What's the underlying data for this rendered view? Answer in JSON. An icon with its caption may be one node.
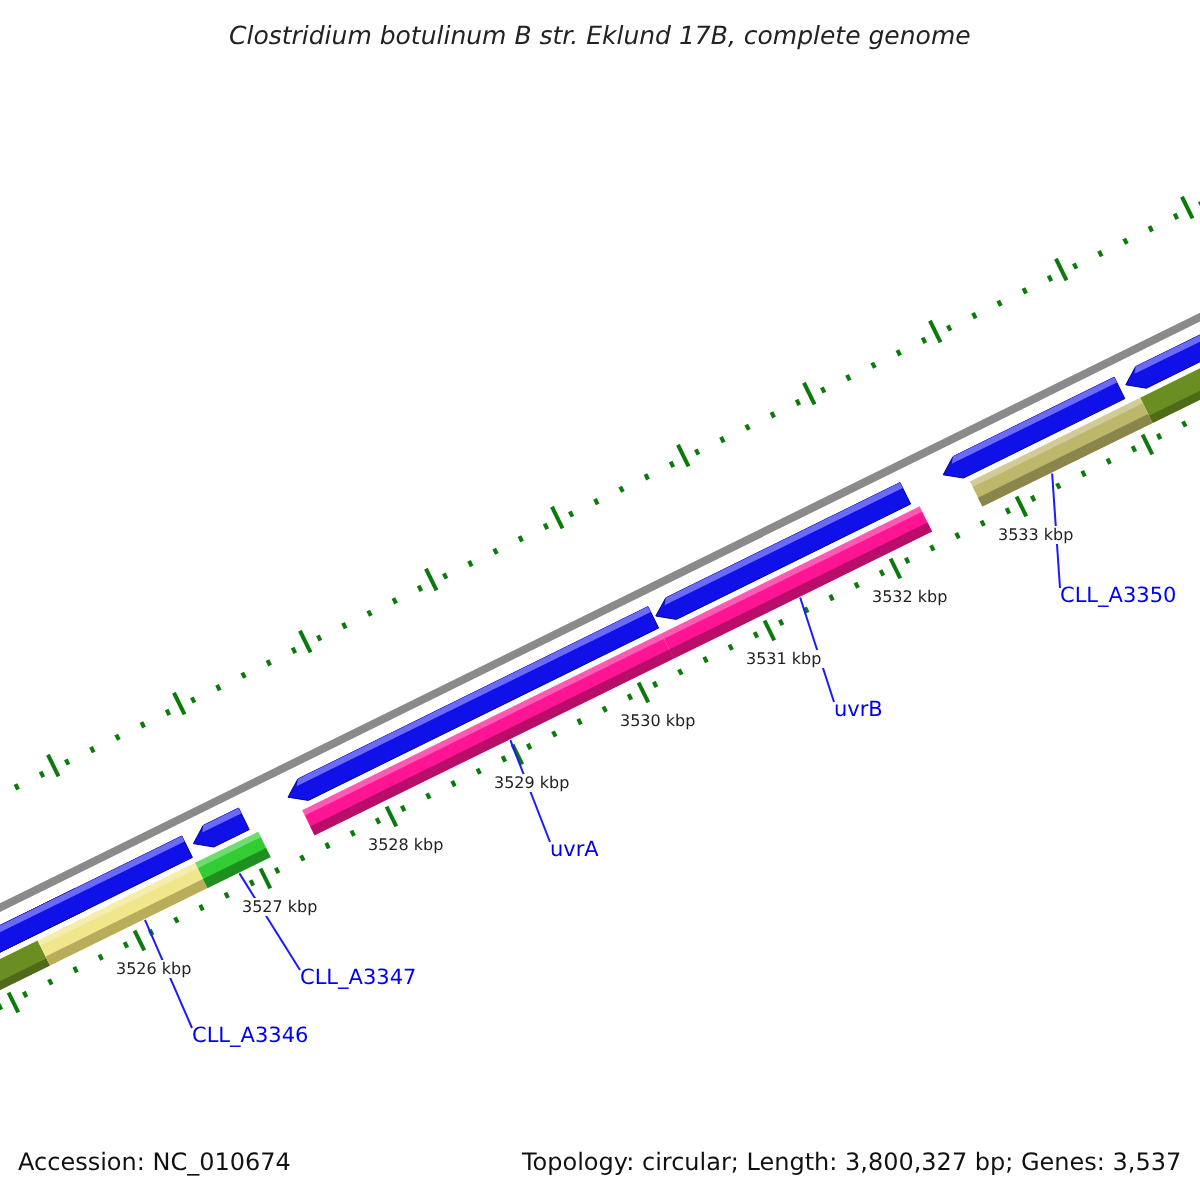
{
  "diagram": {
    "title": "Clostridium botulinum B str. Eklund 17B, complete genome",
    "nodes": [
      {
        "text": [],
        "shape": "bar"
      },
      {
        "text": [],
        "shape": "bar"
      },
      {
        "text": [],
        "shape": "bar"
      },
      {
        "text": [],
        "shape": "bar"
      },
      {
        "text": [],
        "shape": "bar"
      },
      {
        "text": [
          "CLL_A3346"
        ]
      },
      {
        "text": [
          "CLL_A3347"
        ]
      },
      {
        "text": [
          "uvrA"
        ]
      },
      {
        "text": [
          "uvrB"
        ]
      },
      {
        "text": [
          "CLL_A3350"
        ]
      }
    ],
    "edges": [
      {
        "from": 5,
        "to": 0,
        "arrow": "none"
      },
      {
        "from": 6,
        "to": 1,
        "arrow": "none"
      },
      {
        "from": 7,
        "to": 2,
        "arrow": "none"
      },
      {
        "from": 8,
        "to": 3,
        "arrow": "none"
      },
      {
        "from": 9,
        "to": 4,
        "arrow": "none"
      }
    ],
    "labels": [
      "3526 kbp",
      "3527 kbp",
      "3528 kbp",
      "3529 kbp",
      "3530 kbp",
      "3531 kbp",
      "3532 kbp",
      "3533 kbp",
      "Accession: NC_010674",
      "Topology: circular; Length: 3,800,327 bp; Genes: 3,537"
    ]
  }
}
